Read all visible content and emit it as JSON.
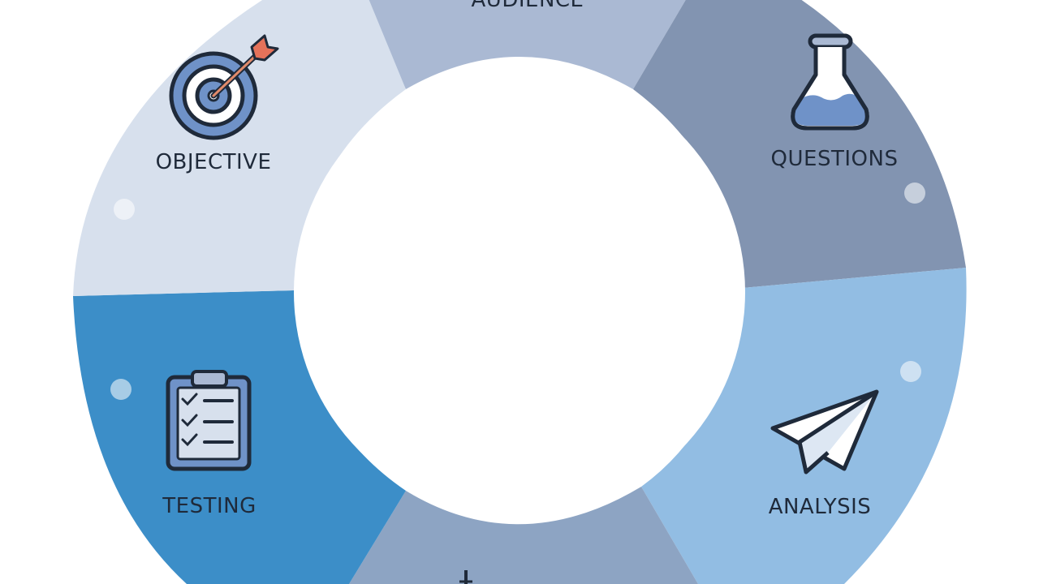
{
  "diagram": {
    "segments": [
      {
        "id": "audience",
        "label": "AUDIENCE",
        "color": "#aab9d3",
        "icon": "audience-icon"
      },
      {
        "id": "questions",
        "label": "QUESTIONS",
        "color": "#8294b1",
        "icon": "flask-icon"
      },
      {
        "id": "analysis",
        "label": "ANALYSIS",
        "color": "#92bde3",
        "icon": "paper-plane-icon"
      },
      {
        "id": "bottom",
        "label": "",
        "color": "#8da4c3",
        "icon": "bottom-icon"
      },
      {
        "id": "testing",
        "label": "TESTING",
        "color": "#3c8ec8",
        "icon": "clipboard-checklist-icon"
      },
      {
        "id": "objective",
        "label": "OBJECTIVE",
        "color": "#d7e0ed",
        "icon": "target-arrow-icon"
      }
    ],
    "center_color": "#ffffff",
    "label_color": "#1f2a3a",
    "icon_stroke": "#1f2a3a",
    "icon_fill_blue": "#6f92c8"
  }
}
